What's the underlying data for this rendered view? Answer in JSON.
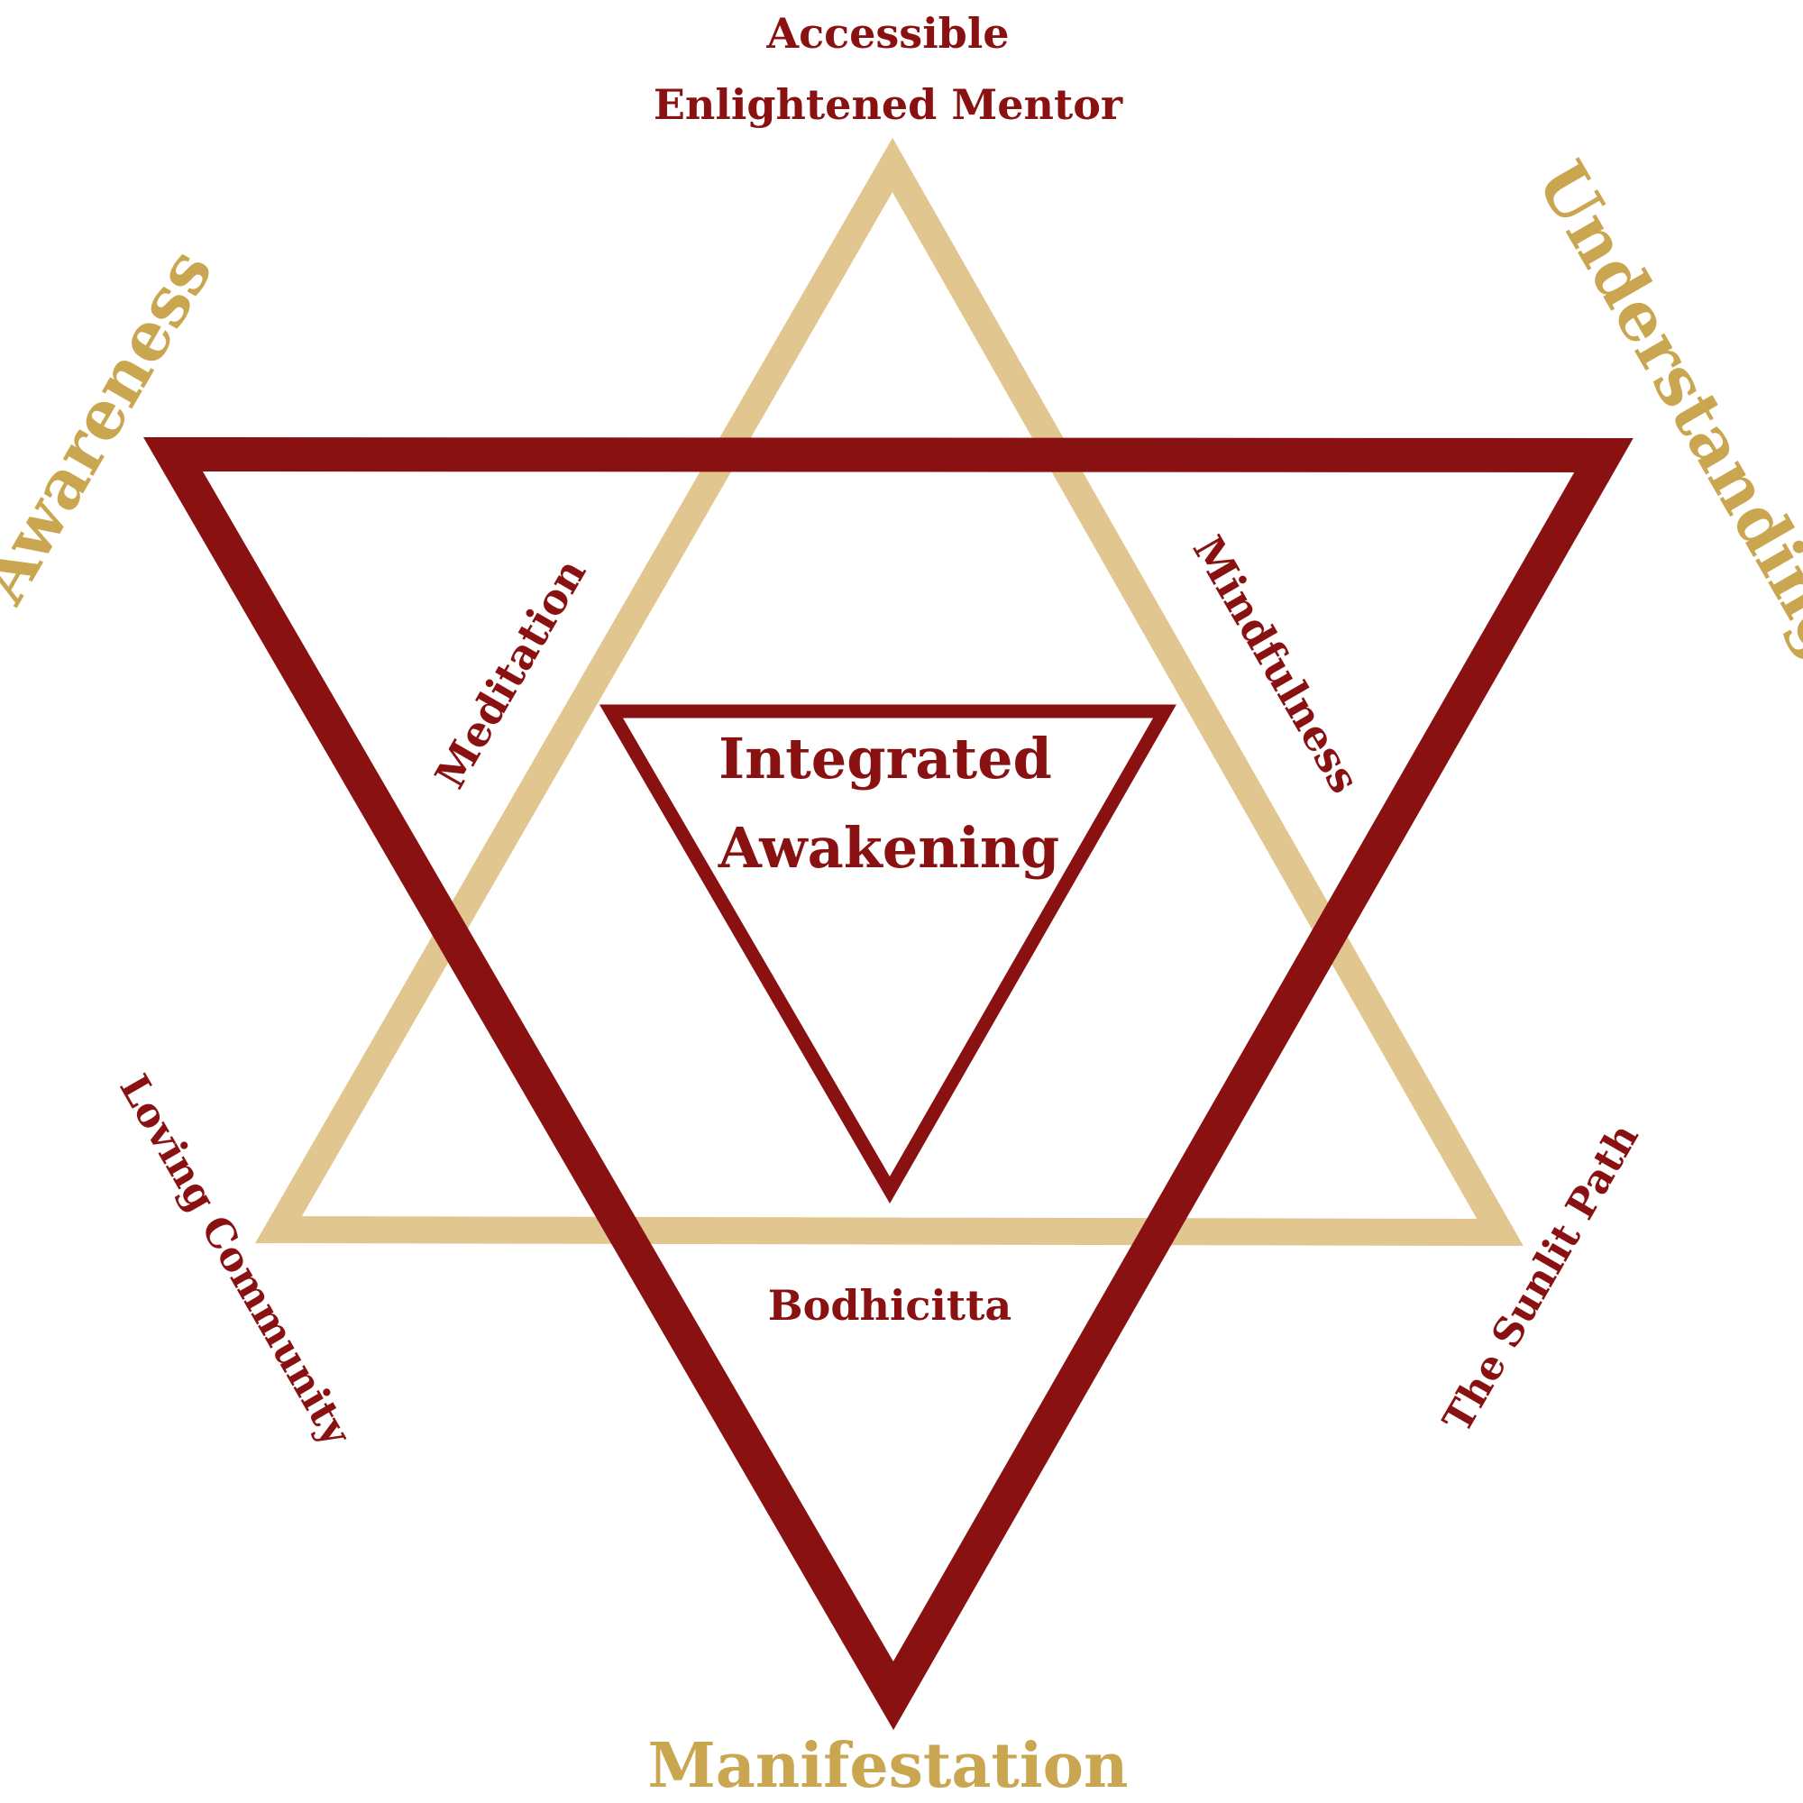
{
  "colors": {
    "maroon": "#8a1111",
    "gold_line": "#e2c690",
    "gold_text": "#c9a64f"
  },
  "top_label": {
    "line1": "Accessible",
    "line2": "Enlightened Mentor"
  },
  "corner_labels": {
    "left": "Awareness",
    "right": "Understanding",
    "bottom": "Manifestation"
  },
  "side_labels": {
    "meditation": "Meditation",
    "mindfulness": "Mindfulness",
    "bodhicitta": "Bodhicitta",
    "loving_community": "Loving Community",
    "sunlit_path": "The Sunlit Path"
  },
  "center_label": {
    "line1": "Integrated",
    "line2": "Awakening"
  }
}
